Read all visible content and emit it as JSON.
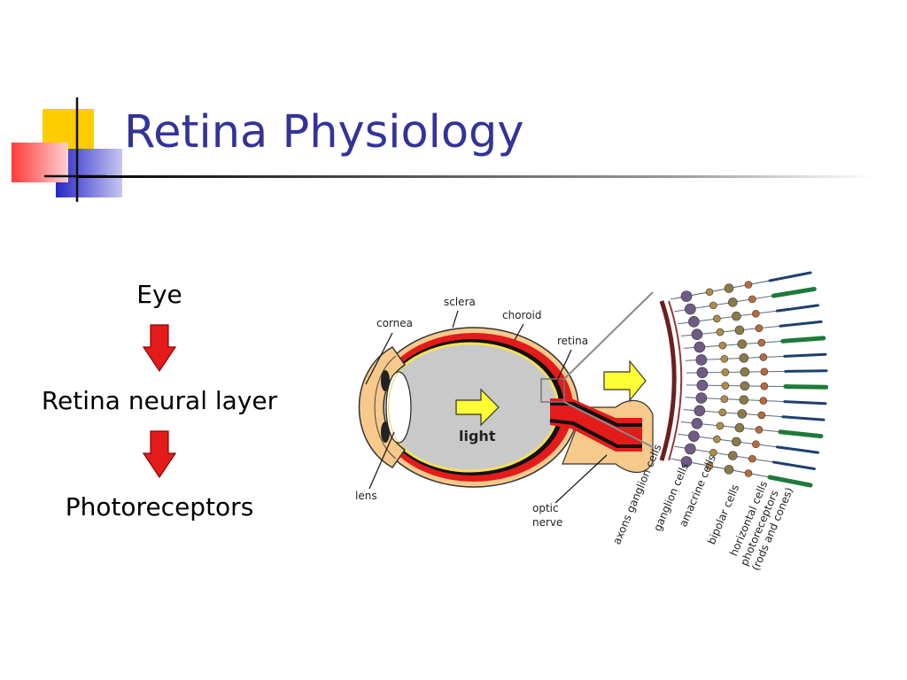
{
  "slide": {
    "title": "Retina Physiology",
    "accent_colors": {
      "title": "#333399",
      "yellow": "#FFCC00",
      "blue": "#3333CC",
      "red": "#FF3333"
    }
  },
  "flow": {
    "steps": [
      "Eye",
      "Retina neural layer",
      "Photoreceptors"
    ],
    "arrow_color": "#E51B1B",
    "arrow_icon": "red-down-arrow"
  },
  "eye_diagram": {
    "labels": {
      "sclera": "sclera",
      "choroid": "choroid",
      "cornea": "cornea",
      "retina": "retina",
      "light": "light",
      "lens": "lens",
      "optic_nerve_line1": "optic",
      "optic_nerve_line2": "nerve"
    },
    "light_arrow_color": "#FFFF33",
    "layers": [
      {
        "line1": "axons ganglion cells",
        "line2": ""
      },
      {
        "line1": "ganglion cells",
        "line2": ""
      },
      {
        "line1": "amacrine cells",
        "line2": ""
      },
      {
        "line1": "bipolar cells",
        "line2": ""
      },
      {
        "line1": "horizontal cells",
        "line2": ""
      },
      {
        "line1": "photoreceptors",
        "line2": "(rods and cones)"
      }
    ]
  }
}
